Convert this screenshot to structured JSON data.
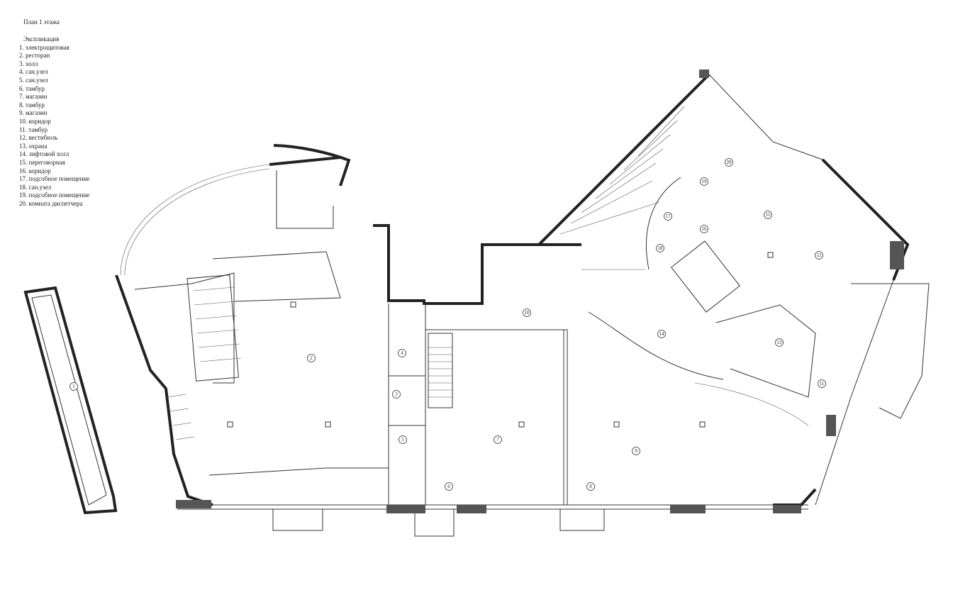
{
  "title": "План 1 этажа",
  "legend": {
    "heading": "Экспликация",
    "items": [
      {
        "num": "1.",
        "label": "электрощитовая"
      },
      {
        "num": "2.",
        "label": "ресторан"
      },
      {
        "num": "3.",
        "label": "холл"
      },
      {
        "num": "4.",
        "label": "сан.узел"
      },
      {
        "num": "5.",
        "label": "сан.узел"
      },
      {
        "num": "6.",
        "label": "тамбур"
      },
      {
        "num": "7.",
        "label": "магазин"
      },
      {
        "num": "8.",
        "label": "тамбур"
      },
      {
        "num": "9.",
        "label": "магазин"
      },
      {
        "num": "10.",
        "label": "коридор"
      },
      {
        "num": "11.",
        "label": "тамбур"
      },
      {
        "num": "12.",
        "label": "вестибюль"
      },
      {
        "num": "13.",
        "label": "охрана"
      },
      {
        "num": "14.",
        "label": "лифтовой холл"
      },
      {
        "num": "15.",
        "label": "переговорная"
      },
      {
        "num": "16.",
        "label": "коридор"
      },
      {
        "num": "17.",
        "label": "подсобное помещение"
      },
      {
        "num": "18.",
        "label": "сан.узел"
      },
      {
        "num": "19.",
        "label": "подсобное помещение"
      },
      {
        "num": "20.",
        "label": "комната диспетчера"
      }
    ]
  },
  "room_markers": [
    "1",
    "2",
    "3",
    "4",
    "5",
    "6",
    "7",
    "8",
    "9",
    "10",
    "11",
    "12",
    "13",
    "14",
    "15",
    "16",
    "17",
    "18",
    "19",
    "20"
  ]
}
